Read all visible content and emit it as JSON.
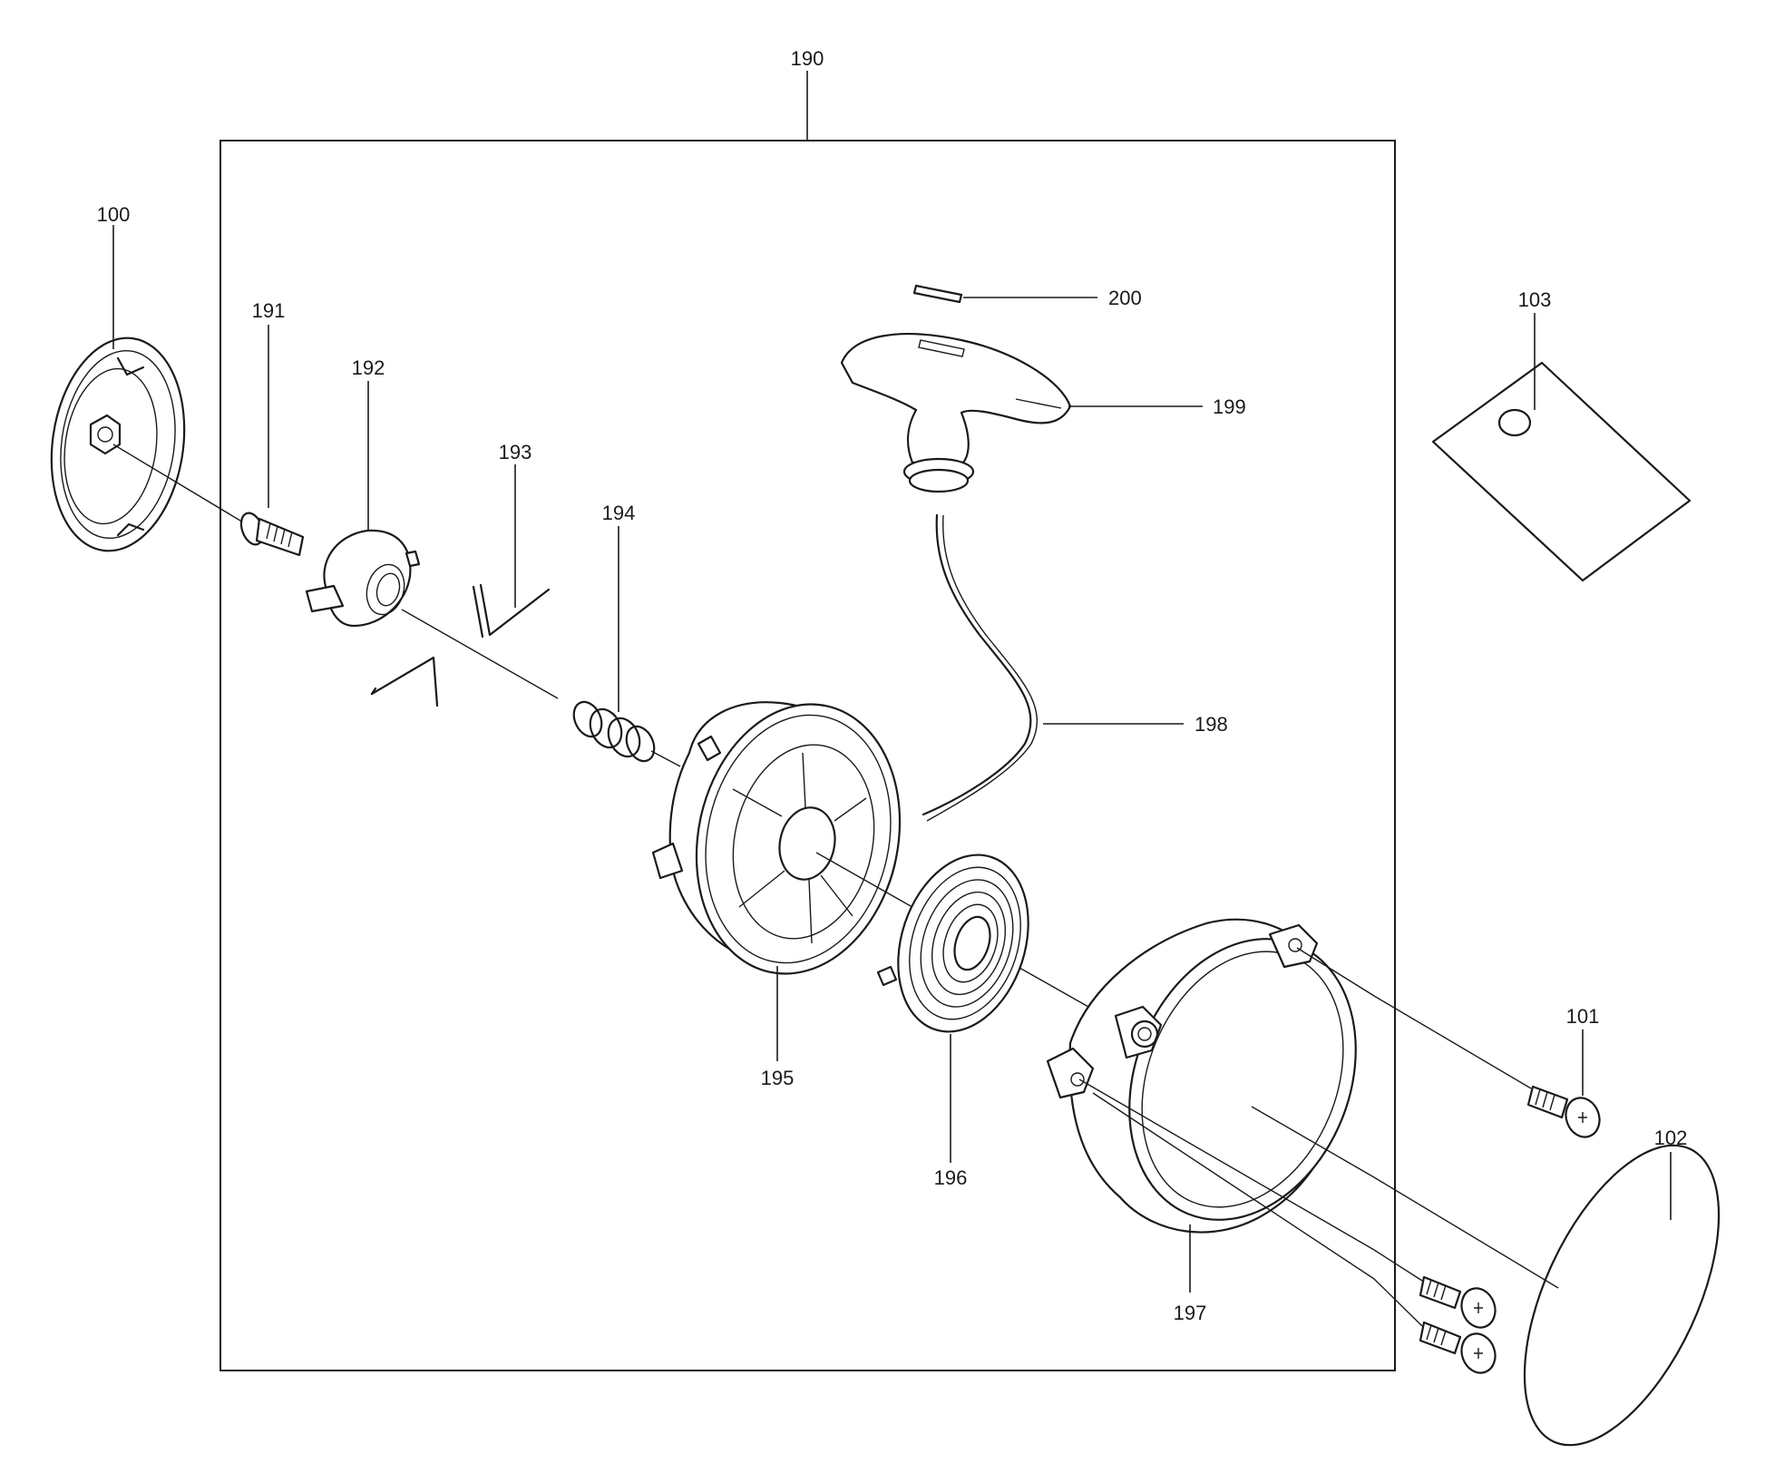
{
  "diagram": {
    "callouts": {
      "c100": "100",
      "c101": "101",
      "c102": "102",
      "c103": "103",
      "c190": "190",
      "c191": "191",
      "c192": "192",
      "c193": "193",
      "c194": "194",
      "c195": "195",
      "c196": "196",
      "c197": "197",
      "c198": "198",
      "c199": "199",
      "c200": "200"
    }
  }
}
